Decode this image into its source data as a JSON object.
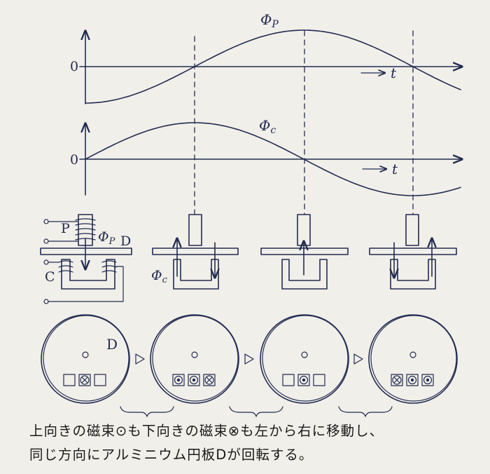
{
  "graph_top": {
    "zero_label": "0",
    "curve_label": "Φ",
    "curve_sub": "P",
    "axis_label": "t"
  },
  "graph_bottom": {
    "zero_label": "0",
    "curve_label": "Φ",
    "curve_sub": "c",
    "axis_label": "t"
  },
  "device": {
    "coil_p_label": "P",
    "flux_p_label": "Φ",
    "flux_p_sub": "P",
    "disk_label": "D",
    "coil_c_label": "C",
    "flux_c_label": "Φ",
    "flux_c_sub": "c"
  },
  "disk": {
    "label": "D"
  },
  "caption": {
    "line1": "上向きの磁束⊙も下向きの磁束⊗も左から右に移動し、",
    "line2": "同じ方向にアルミニウム円板Dが回転する。"
  }
}
